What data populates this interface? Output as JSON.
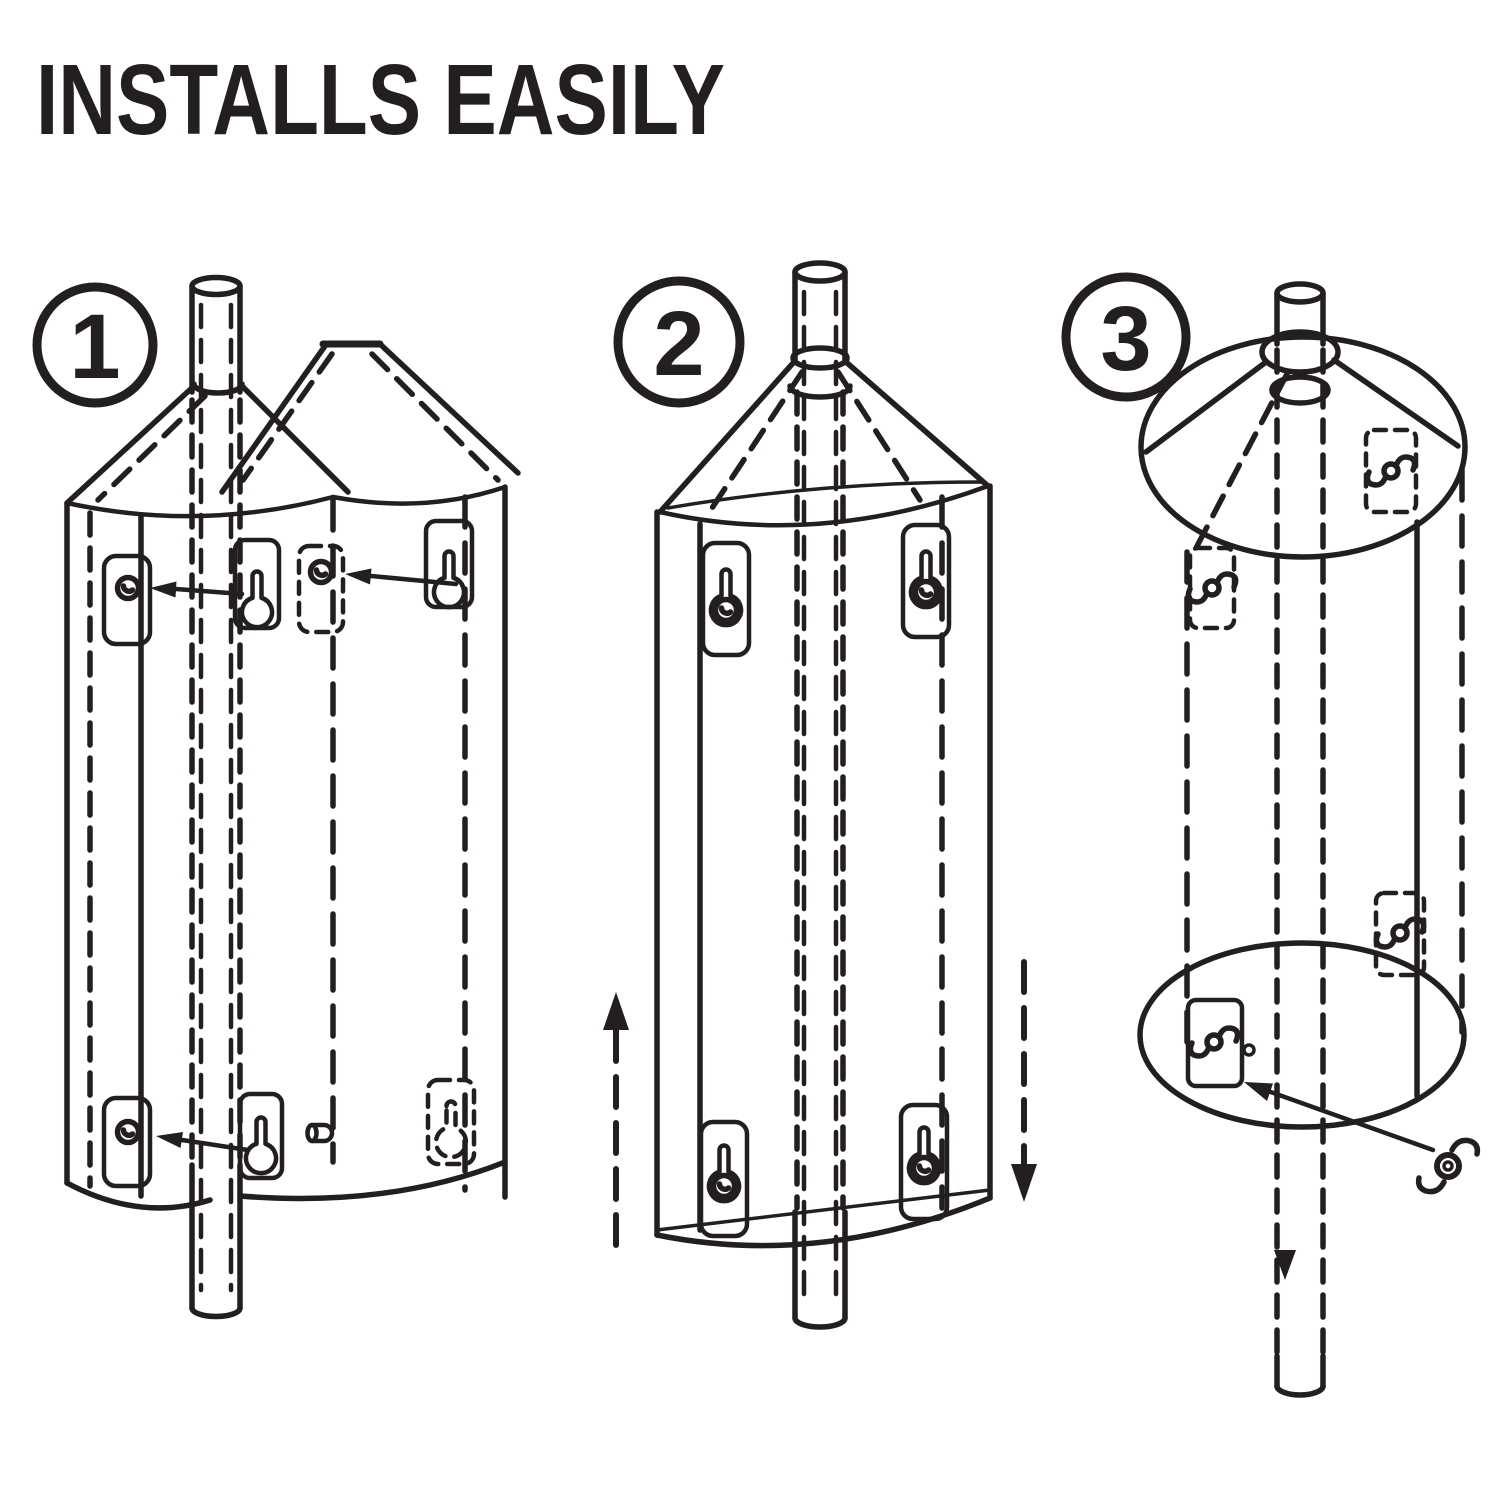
{
  "title": "INSTALLS EASILY",
  "colors": {
    "ink": "#231f20",
    "background": "#ffffff"
  },
  "steps": [
    {
      "number": "1"
    },
    {
      "number": "2"
    },
    {
      "number": "3"
    }
  ]
}
